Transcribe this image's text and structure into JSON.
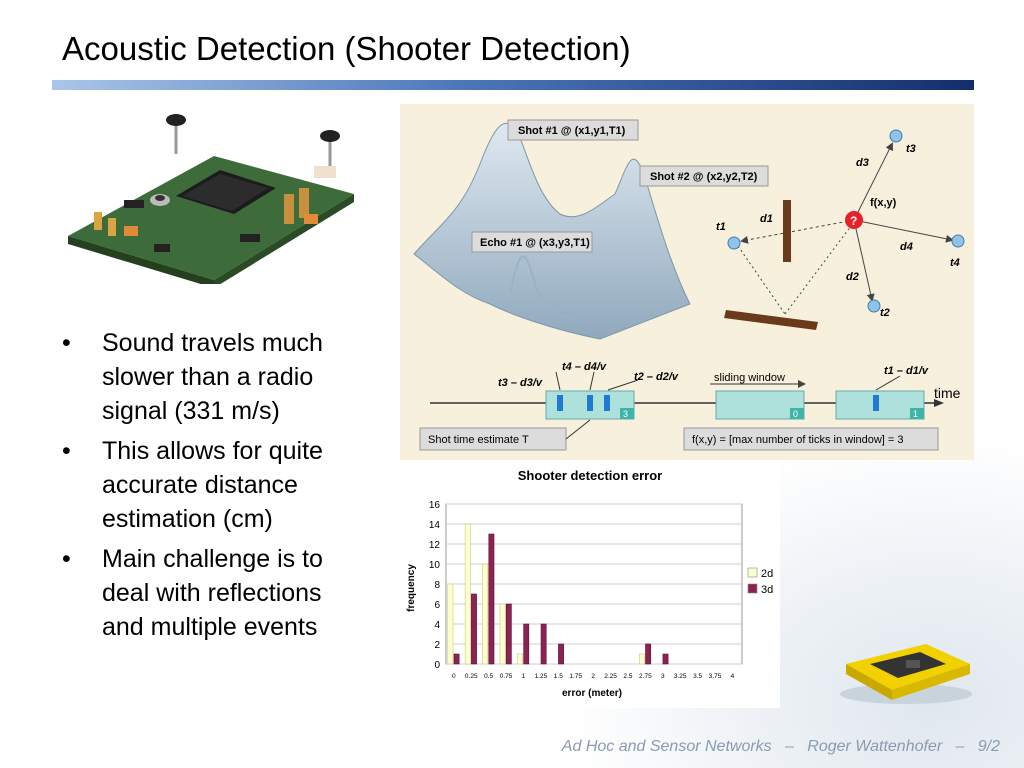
{
  "slide": {
    "title": "Acoustic Detection (Shooter Detection)",
    "bullets": [
      "Sound travels much slower than a radio signal (331 m/s)",
      "This allows for quite accurate distance estimation (cm)",
      "Main challenge is to deal with reflections and multiple events"
    ],
    "footer": {
      "course": "Ad Hoc and Sensor Networks",
      "sep": "–",
      "author": "Roger Wattenhofer",
      "page": "9/2"
    }
  },
  "detection_figure": {
    "shot1": "Shot #1 @ (x1,y1,T1)",
    "shot2": "Shot #2 @ (x2,y2,T2)",
    "echo1": "Echo #1 @ (x3,y3,T1)",
    "t1": "t1",
    "t2": "t2",
    "t3": "t3",
    "t4": "t4",
    "d1": "d1",
    "d2": "d2",
    "d3": "d3",
    "d4": "d4",
    "fxy": "f(x,y)",
    "question": "?",
    "lbl_t3d3": "t3 – d3/v",
    "lbl_t4d4": "t4 – d4/v",
    "lbl_t2d2": "t2 – d2/v",
    "lbl_t1d1": "t1 – d1/v",
    "sliding": "sliding window",
    "time": "time",
    "count3": "3",
    "count0": "0",
    "count1": "1",
    "shot_estimate": "Shot time estimate T",
    "formula": "f(x,y) = [max number of ticks in window] = 3",
    "colors": {
      "window": "#aee0dc",
      "background": "#f6f0dc",
      "target": "#e8202a",
      "sensor": "#8ec3ea"
    }
  },
  "chart_data": {
    "type": "bar",
    "title": "Shooter detection error",
    "xlabel": "error (meter)",
    "ylabel": "frequency",
    "categories": [
      "0",
      "0.25",
      "0.5",
      "0.75",
      "1",
      "1.25",
      "1.5",
      "1.75",
      "2",
      "2.25",
      "2.5",
      "2.75",
      "3",
      "3.25",
      "3.5",
      "3.75",
      "4"
    ],
    "series": [
      {
        "name": "2d",
        "color": "#ffffcc",
        "values": [
          8,
          14,
          10,
          6,
          1,
          0,
          0,
          0,
          0,
          0,
          0,
          1,
          0,
          0,
          0,
          0,
          0
        ]
      },
      {
        "name": "3d",
        "color": "#8b2252",
        "values": [
          1,
          7,
          13,
          6,
          4,
          4,
          2,
          0,
          0,
          0,
          0,
          2,
          1,
          0,
          0,
          0,
          0
        ]
      }
    ],
    "ylim": [
      0,
      16
    ],
    "yticks": [
      0,
      2,
      4,
      6,
      8,
      10,
      12,
      14,
      16
    ],
    "grid": true,
    "legend": "right"
  }
}
